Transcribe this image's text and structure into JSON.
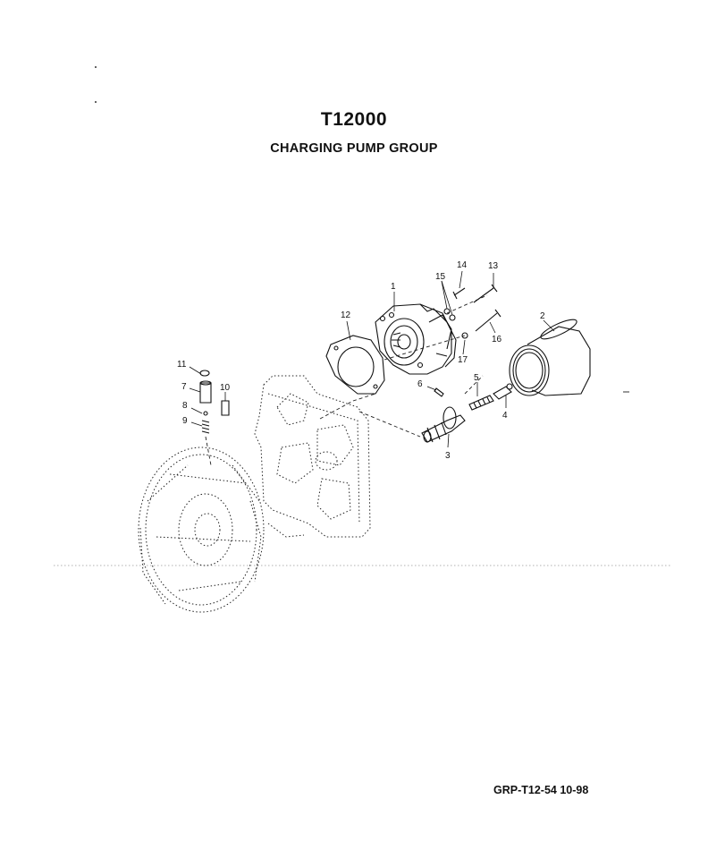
{
  "page": {
    "title": "T12000",
    "subtitle": "CHARGING PUMP GROUP",
    "footer": "GRP-T12-54  10-98"
  },
  "callouts": {
    "c1": "1",
    "c2": "2",
    "c3": "3",
    "c4": "4",
    "c5": "5",
    "c6": "6",
    "c7": "7",
    "c8": "8",
    "c9": "9",
    "c10": "10",
    "c11": "11",
    "c12": "12",
    "c13": "13",
    "c14": "14",
    "c15": "15",
    "c16": "16",
    "c17": "17"
  }
}
